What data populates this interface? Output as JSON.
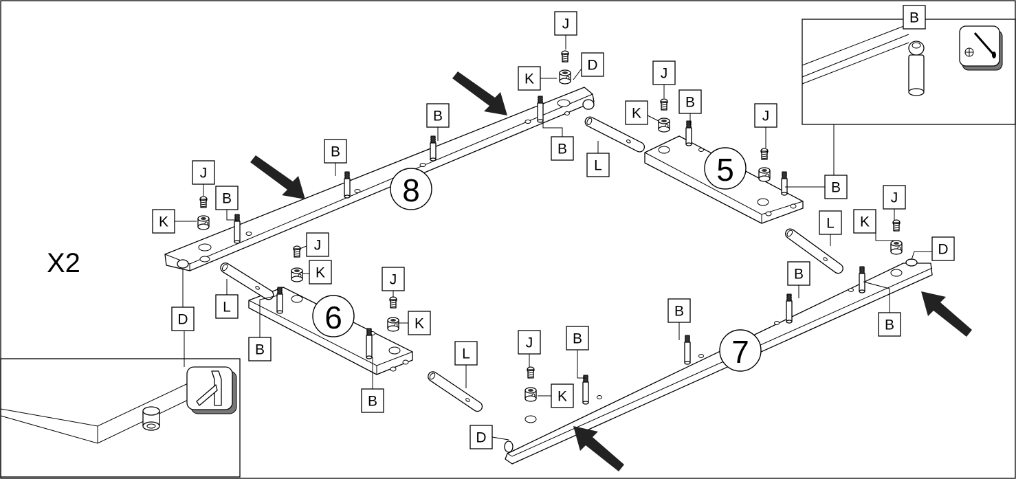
{
  "quantity_label": "X2",
  "steps": [
    "8",
    "5",
    "6",
    "7"
  ],
  "parts": {
    "B": "B",
    "D": "D",
    "J": "J",
    "K": "K",
    "L": "L"
  },
  "colors": {
    "ink": "#000000",
    "arrow": "#222222",
    "paper": "#ffffff"
  },
  "icons": [
    "allen-key-icon",
    "screwdriver-icon"
  ]
}
